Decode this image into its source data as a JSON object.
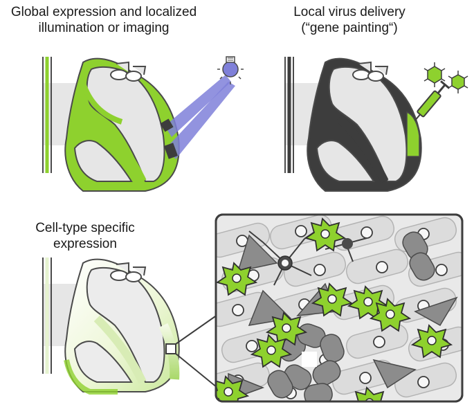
{
  "panels": {
    "global": {
      "title_line1": "Global expression and localized",
      "title_line2": "illumination or imaging"
    },
    "local": {
      "title_line1": "Local virus delivery",
      "title_line2": "(“gene painting“)"
    },
    "cell": {
      "title_line1": "Cell-type specific",
      "title_line2": "expression"
    }
  },
  "colors": {
    "green": "#8ed12e",
    "dark": "#3d3d3d",
    "grey_fill": "#e6e6e6",
    "light_blue": "#7f80d9",
    "outline": "#4a4a4a"
  },
  "icons": [
    "light-bulb-icon",
    "virus-icon",
    "syringe-icon"
  ]
}
